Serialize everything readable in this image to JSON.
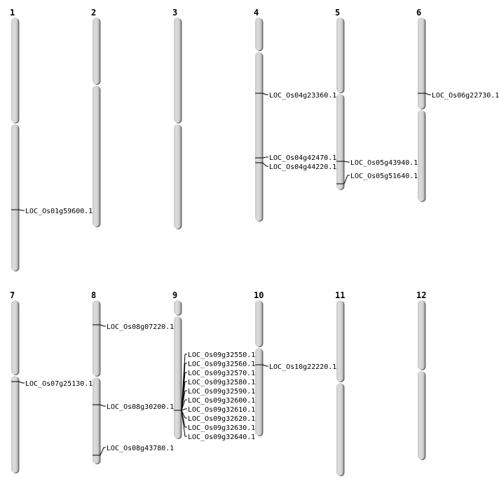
{
  "title": "Chromosomal locations of genes",
  "colors": {
    "chromosome_fill": "#d4d4d4",
    "chromosome_shadow": "#6e6e6e",
    "line": "#000000"
  },
  "chromosomes": [
    {
      "name": "1",
      "genes": [
        "LOC_Os01g59600.1"
      ]
    },
    {
      "name": "2",
      "genes": []
    },
    {
      "name": "3",
      "genes": []
    },
    {
      "name": "4",
      "genes": [
        "LOC_Os04g23360.1",
        "LOC_Os04g42470.1",
        "LOC_Os04g44220.1"
      ]
    },
    {
      "name": "5",
      "genes": [
        "LOC_Os05g43940.1",
        "LOC_Os05g51640.1"
      ]
    },
    {
      "name": "6",
      "genes": [
        "LOC_Os06g22730.1"
      ]
    },
    {
      "name": "7",
      "genes": [
        "LOC_Os07g25130.1"
      ]
    },
    {
      "name": "8",
      "genes": [
        "LOC_Os08g07220.1",
        "LOC_Os08g30200.1",
        "LOC_Os08g43780.1"
      ]
    },
    {
      "name": "9",
      "genes": [
        "LOC_Os09g32550.1",
        "LOC_Os09g32560.1",
        "LOC_Os09g32570.1",
        "LOC_Os09g32580.1",
        "LOC_Os09g32590.1",
        "LOC_Os09g32600.1",
        "LOC_Os09g32610.1",
        "LOC_Os09g32620.1",
        "LOC_Os09g32630.1",
        "LOC_Os09g32640.1"
      ]
    },
    {
      "name": "10",
      "genes": [
        "LOC_Os10g22220.1"
      ]
    },
    {
      "name": "11",
      "genes": []
    },
    {
      "name": "12",
      "genes": []
    }
  ]
}
